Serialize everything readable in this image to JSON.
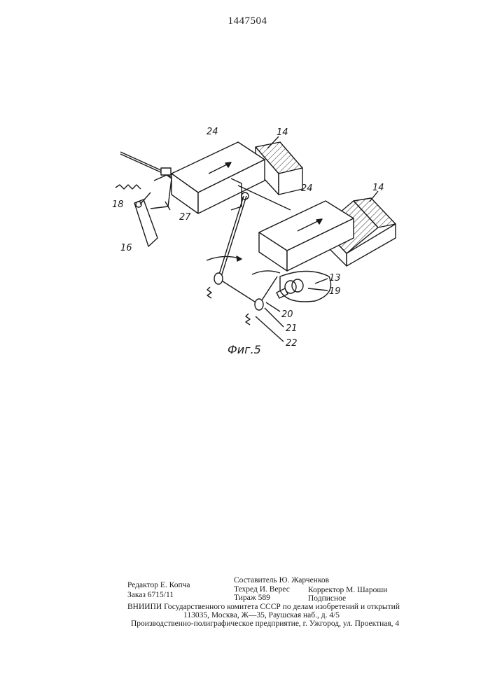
{
  "header": {
    "patent_number": "1447504"
  },
  "figure": {
    "caption": "Фиг.5",
    "labels": {
      "l24a": "24",
      "l14a": "14",
      "l24b": "24",
      "l14b": "14",
      "l18": "18",
      "l27": "27",
      "l16": "16",
      "l13": "13",
      "l19": "19",
      "l20": "20",
      "l21": "21",
      "l22": "22"
    }
  },
  "imprint": {
    "editor": "Редактор Е. Копча",
    "compiler": "Составитель Ю. Жарченков",
    "tech_editor": "Техред И. Верес",
    "corrector": "Корректор М. Шароши",
    "order": "Заказ 6715/11",
    "circulation": "Тираж 589",
    "subscription": "Подписное",
    "vniipi": "ВНИИПИ Государственного комитета СССР по делам изобретений и открытий",
    "address": "113035, Москва, Ж—35, Раушская наб., д. 4/5",
    "printer": "Производственно-полиграфическое предприятие, г. Ужгород, ул. Проектная, 4"
  }
}
